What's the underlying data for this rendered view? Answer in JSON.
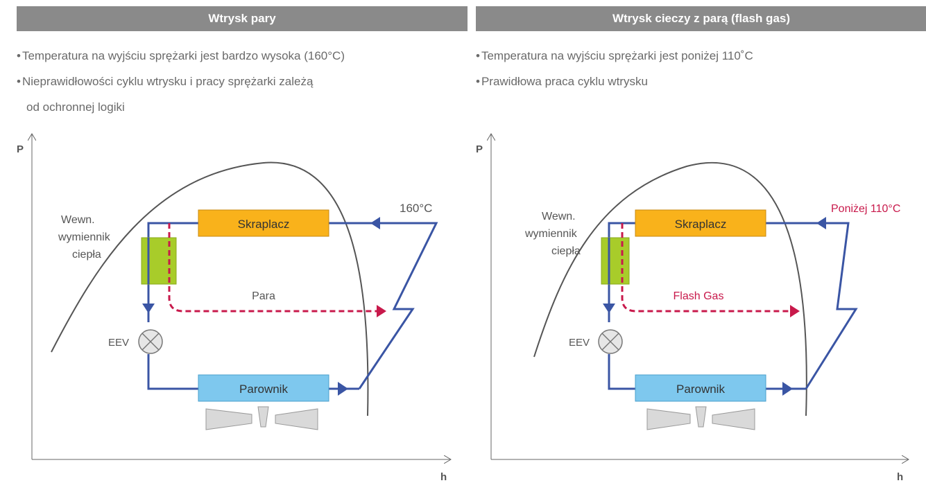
{
  "panels": [
    {
      "header": "Wtrysk pary",
      "bullets": [
        "Temperatura na wyjściu sprężarki jest bardzo wysoka (160°C)",
        "Nieprawidłowości cyklu wtrysku i pracy sprężarki zależą",
        "od ochronnej logiki"
      ],
      "axis_p": "P",
      "axis_h": "h",
      "hx_label": [
        "Wewn.",
        "wymiennik",
        "ciepła"
      ],
      "condenser": "Skraplacz",
      "evaporator": "Parownik",
      "eev": "EEV",
      "injection_label": "Para",
      "discharge_label": "160°C"
    },
    {
      "header": "Wtrysk cieczy z parą (flash gas)",
      "bullets": [
        "Temperatura na wyjściu sprężarki jest poniżej 110˚C",
        "Prawidłowa praca cyklu wtrysku"
      ],
      "axis_p": "P",
      "axis_h": "h",
      "hx_label": [
        "Wewn.",
        "wymiennik",
        "ciepła"
      ],
      "condenser": "Skraplacz",
      "evaporator": "Parownik",
      "eev": "EEV",
      "injection_label": "Flash Gas",
      "discharge_label": "Poniżej 110°C"
    }
  ],
  "colors": {
    "header_bg": "#8a8a8a",
    "cycle_line": "#3a55a4",
    "injection_line": "#c8194b",
    "condenser_fill": "#f9b21b",
    "evaporator_fill": "#7ec8ee",
    "hx_fill": "#a8cc2a",
    "dome": "#555555",
    "label_red": "#c8194b"
  }
}
